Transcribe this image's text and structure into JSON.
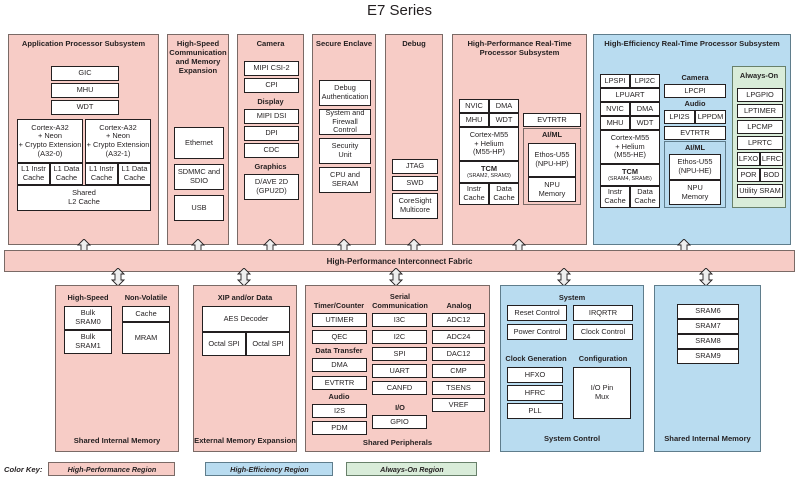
{
  "title": "E7 Series",
  "colors": {
    "high_performance_region": "#f7ccc6",
    "high_efficiency_region": "#b9dcf0",
    "always_on_region": "#d9ecd9",
    "box_fill": "#ffffff",
    "text": "#231f20"
  },
  "fabric": {
    "label": "High-Performance Interconnect Fabric"
  },
  "color_key": {
    "label": "Color Key:",
    "items": [
      {
        "label": "High-Performance Region",
        "color": "#f7ccc6"
      },
      {
        "label": "High-Efficiency Region",
        "color": "#b9dcf0"
      },
      {
        "label": "Always-On Region",
        "color": "#d9ecd9"
      }
    ]
  },
  "top_row": {
    "app_processor": {
      "title": "Application Processor Subsystem",
      "common": [
        "GIC",
        "MHU",
        "WDT"
      ],
      "cores": [
        {
          "name": "Cortex-A32\n+ Neon\n+ Crypto Extension\n(A32-0)",
          "caches": [
            "L1 Instr\nCache",
            "L1 Data\nCache"
          ]
        },
        {
          "name": "Cortex-A32\n+ Neon\n+ Crypto Extension\n(A32-1)",
          "caches": [
            "L1 Instr\nCache",
            "L1 Data\nCache"
          ]
        }
      ],
      "shared": "Shared\nL2 Cache"
    },
    "high_speed_comm": {
      "title": "High-Speed\nCommunication and\nMemory Expansion",
      "items": [
        "Ethernet",
        "SDMMC and\nSDIO",
        "USB"
      ]
    },
    "camera_display_graphics": {
      "title": "Camera",
      "camera_items": [
        "MIPI CSI-2",
        "CPI"
      ],
      "display_label": "Display",
      "display_items": [
        "MIPI DSI",
        "DPI",
        "CDC"
      ],
      "graphics_label": "Graphics",
      "graphics_items": [
        "D/AVE 2D\n(GPU2D)"
      ]
    },
    "secure_enclave": {
      "title": "Secure\nEnclave",
      "items": [
        "Debug\nAuthentication",
        "System and\nFirewall Control",
        "Security\nUnit",
        "CPU and\nSERAM"
      ]
    },
    "debug": {
      "title": "Debug",
      "items": [
        "JTAG",
        "SWD",
        "CoreSight\nMulticore"
      ]
    },
    "hp_realtime": {
      "title": "High-Performance\nReal-Time Processor Subsystem",
      "left": {
        "pairs": [
          [
            "NVIC",
            "DMA"
          ],
          [
            "MHU",
            "WDT"
          ]
        ],
        "core": "Cortex-M55\n+ Helium\n(M55-HP)",
        "tcm_label": "TCM",
        "tcm_sub": "(SRAM2, SRAM3)",
        "caches": [
          "Instr\nCache",
          "Data\nCache"
        ]
      },
      "right": {
        "evtrtr": "EVTRTR",
        "aiml_label": "AI/ML",
        "npu": "Ethos-U55\n(NPU-HP)",
        "npu_mem": "NPU\nMemory"
      }
    },
    "he_realtime": {
      "title": "High-Efficiency\nReal-Time Processor Subsystem",
      "left": {
        "pairs": [
          [
            "LPSPI",
            "LPI2C"
          ]
        ],
        "lpuart": "LPUART",
        "pairs2": [
          [
            "NVIC",
            "DMA"
          ],
          [
            "MHU",
            "WDT"
          ]
        ],
        "core": "Cortex-M55\n+ Helium\n(M55-HE)",
        "tcm_label": "TCM",
        "tcm_sub": "(SRAM4, SRAM5)",
        "caches": [
          "Instr\nCache",
          "Data\nCache"
        ]
      },
      "middle": {
        "camera_label": "Camera",
        "camera_item": "LPCPI",
        "audio_label": "Audio",
        "audio_items": [
          "LPI2S",
          "LPPDM"
        ],
        "evtrtr": "EVTRTR",
        "aiml_label": "AI/ML",
        "npu": "Ethos-U55\n(NPU-HE)",
        "npu_mem": "NPU\nMemory"
      },
      "always_on": {
        "title": "Always-On",
        "items": [
          "LPGPIO",
          "LPTIMER",
          "LPCMP",
          "LPRTC"
        ],
        "pairs": [
          [
            "LFXO",
            "LFRC"
          ],
          [
            "POR",
            "BOD"
          ]
        ],
        "last": "Utility SRAM"
      }
    }
  },
  "bottom_row": {
    "shared_internal_memory_left": {
      "footer": "Shared Internal Memory",
      "groups": [
        {
          "label": "High-Speed",
          "items": [
            "Bulk\nSRAM0",
            "Bulk\nSRAM1"
          ]
        },
        {
          "label": "Non-Volatile",
          "items": [
            "Cache",
            "MRAM"
          ]
        }
      ]
    },
    "external_memory": {
      "footer": "External Memory\nExpansion",
      "group_label": "XIP and/or Data",
      "aes": "AES Decoder",
      "octal": [
        "Octal SPI",
        "Octal SPI"
      ]
    },
    "shared_peripherals": {
      "footer": "Shared Peripherals",
      "col1": {
        "timer_label": "Timer/Counter",
        "timer_items": [
          "UTIMER",
          "QEC"
        ],
        "data_label": "Data Transfer",
        "data_items": [
          "DMA",
          "EVTRTR"
        ],
        "audio_label": "Audio",
        "audio_items": [
          "I2S",
          "PDM"
        ]
      },
      "col2": {
        "label": "Serial\nCommunication",
        "items": [
          "I3C",
          "I2C",
          "SPI",
          "UART",
          "CANFD"
        ],
        "io_label": "I/O",
        "io_items": [
          "GPIO"
        ]
      },
      "col3": {
        "label": "Analog",
        "items": [
          "ADC12",
          "ADC24",
          "DAC12",
          "CMP",
          "TSENS",
          "VREF"
        ]
      }
    },
    "system_control": {
      "footer": "System Control",
      "system_label": "System",
      "system_items": [
        "Reset Control",
        "IRQRTR",
        "Power Control",
        "Clock Control"
      ],
      "clockgen_label": "Clock Generation",
      "clockgen_items": [
        "HFXO",
        "HFRC",
        "PLL"
      ],
      "config_label": "Configuration",
      "config_items": [
        "I/O Pin\nMux"
      ]
    },
    "shared_internal_memory_right": {
      "footer": "Shared Internal Memory",
      "items": [
        "SRAM6",
        "SRAM7",
        "SRAM8",
        "SRAM9"
      ]
    }
  }
}
